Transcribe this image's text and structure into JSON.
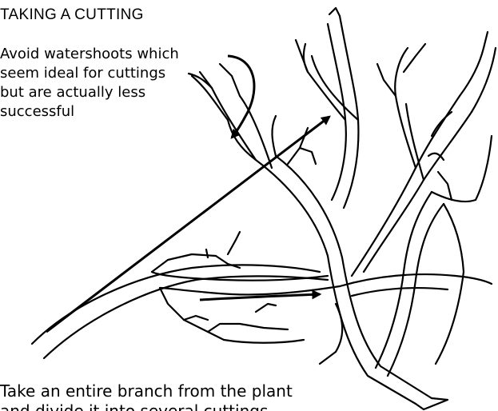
{
  "title": "TAKING A CUTTING",
  "annotations": {
    "watershoots_lines": [
      "Avoid watershoots which",
      "seem ideal for cuttings",
      "but are actually less",
      "successful"
    ],
    "branch_lines": [
      "Take an entire branch from the plant",
      "and divide it into several cuttings"
    ]
  },
  "colors": {
    "ink": "#000000",
    "background": "#ffffff"
  }
}
